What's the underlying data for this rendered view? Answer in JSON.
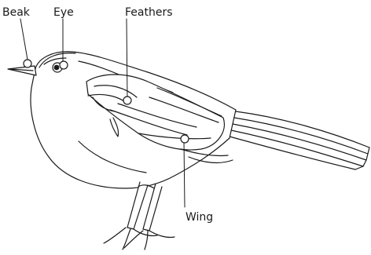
{
  "diagram": {
    "labels": {
      "beak": "Beak",
      "eye": "Eye",
      "feathers": "Feathers",
      "wing": "Wing"
    },
    "line_color": "#1a1a1a",
    "fill_color": "#ffffff"
  }
}
